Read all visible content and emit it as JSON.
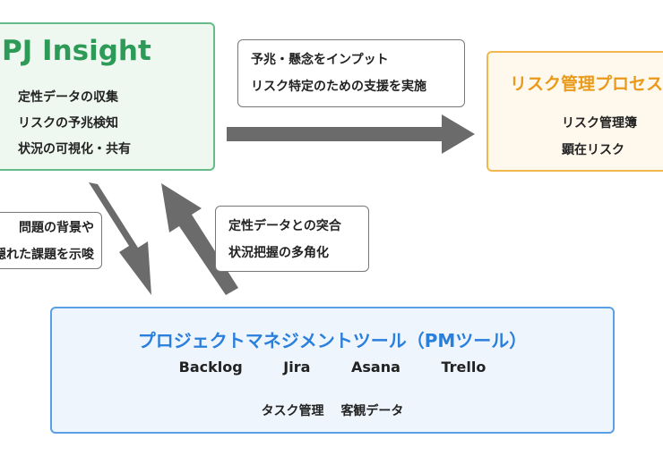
{
  "pj_insight": {
    "title": "PJ Insight",
    "items": [
      "定性データの収集",
      "リスクの予兆検知",
      "状況の可視化・共有"
    ]
  },
  "risk_process": {
    "title": "リスク管理プロセス",
    "items": [
      "リスク管理簿",
      "顕在リスク"
    ]
  },
  "pm_tools": {
    "title": "プロジェクトマネジメントツール（PMツール）",
    "tools": [
      "Backlog",
      "Jira",
      "Asana",
      "Trello"
    ],
    "data_items": [
      "タスク管理",
      "客観データ"
    ]
  },
  "labels": {
    "to_risk": [
      "予兆・懸念をインプット",
      "リスク特定のための支援を実施"
    ],
    "to_pm": [
      "問題の背景や",
      "隠れた課題を示唆"
    ],
    "from_pm": [
      "定性データとの突合",
      "状況把握の多角化"
    ]
  },
  "colors": {
    "arrow": "#6b6b6b",
    "pj_accent": "#2e9a58",
    "risk_accent": "#e99a1a",
    "pm_accent": "#2a7fdc"
  }
}
